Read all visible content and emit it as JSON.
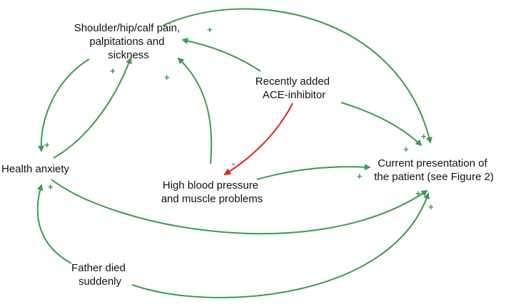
{
  "diagram": {
    "nodes": {
      "symptoms": [
        "Shoulder/hip/calf pain,",
        "palpitations and",
        "sickness"
      ],
      "ace": [
        "Recently added",
        "ACE-inhibitor"
      ],
      "anxiety": [
        "Health anxiety"
      ],
      "bp": [
        "High blood pressure",
        "and muscle problems"
      ],
      "presentation": [
        "Current presentation of",
        "the patient (see Figure 2)"
      ],
      "father": [
        "Father died",
        "suddenly"
      ]
    },
    "links": [
      {
        "from": "symptoms",
        "to": "presentation",
        "sign": "+",
        "color": "#3c9a4f"
      },
      {
        "from": "ace",
        "to": "symptoms",
        "sign": "+",
        "color": "#3c9a4f"
      },
      {
        "from": "ace",
        "to": "presentation",
        "sign": "+",
        "color": "#3c9a4f"
      },
      {
        "from": "ace",
        "to": "bp",
        "sign": "-",
        "color": "#e02424"
      },
      {
        "from": "symptoms",
        "to": "anxiety",
        "sign": "+",
        "color": "#3c9a4f"
      },
      {
        "from": "anxiety",
        "to": "symptoms",
        "sign": "+",
        "color": "#3c9a4f"
      },
      {
        "from": "bp",
        "to": "symptoms",
        "sign": "+",
        "color": "#3c9a4f"
      },
      {
        "from": "bp",
        "to": "presentation",
        "sign": "+",
        "color": "#3c9a4f"
      },
      {
        "from": "anxiety",
        "to": "presentation",
        "sign": "+",
        "color": "#3c9a4f"
      },
      {
        "from": "father",
        "to": "anxiety",
        "sign": "+",
        "color": "#3c9a4f"
      },
      {
        "from": "father",
        "to": "presentation",
        "sign": "+",
        "color": "#3c9a4f"
      }
    ]
  }
}
